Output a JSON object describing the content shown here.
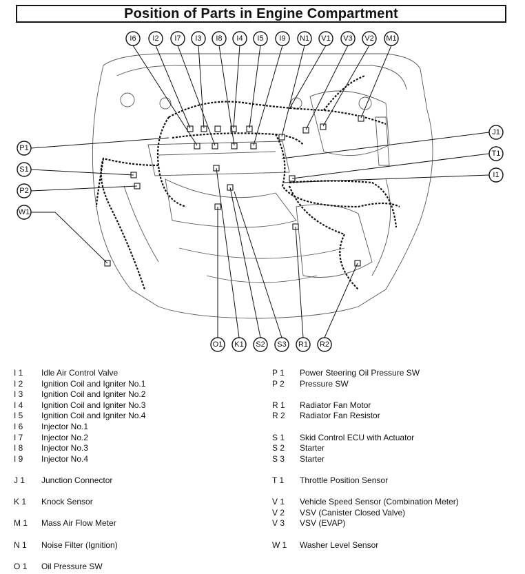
{
  "title": "Position of Parts in Engine Compartment",
  "callouts": {
    "top": [
      "I6",
      "I2",
      "I7",
      "I3",
      "I8",
      "I4",
      "I5",
      "I9",
      "N1",
      "V1",
      "V3",
      "V2",
      "M1"
    ],
    "left": [
      "P1",
      "S1",
      "P2",
      "W1"
    ],
    "right": [
      "J1",
      "T1",
      "I1"
    ],
    "bottom": [
      "O1",
      "K1",
      "S2",
      "S3",
      "R1",
      "R2"
    ]
  },
  "legend_left": [
    {
      "code": "I  1",
      "name": "Idle Air Control Valve"
    },
    {
      "code": "I  2",
      "name": "Ignition Coil and Igniter No.1"
    },
    {
      "code": "I  3",
      "name": "Ignition Coil and Igniter No.2"
    },
    {
      "code": "I  4",
      "name": "Ignition Coil and Igniter No.3"
    },
    {
      "code": "I  5",
      "name": "Ignition Coil and Igniter No.4"
    },
    {
      "code": "I  6",
      "name": "Injector No.1"
    },
    {
      "code": "I  7",
      "name": "Injector No.2"
    },
    {
      "code": "I  8",
      "name": "Injector No.3"
    },
    {
      "code": "I  9",
      "name": "Injector No.4"
    },
    null,
    {
      "code": "J  1",
      "name": "Junction Connector"
    },
    null,
    {
      "code": "K  1",
      "name": "Knock Sensor"
    },
    null,
    {
      "code": "M  1",
      "name": "Mass Air Flow Meter"
    },
    null,
    {
      "code": "N  1",
      "name": "Noise Filter (Ignition)"
    },
    null,
    {
      "code": "O  1",
      "name": "Oil Pressure SW"
    }
  ],
  "legend_right": [
    {
      "code": "P  1",
      "name": "Power Steering Oil Pressure SW"
    },
    {
      "code": "P  2",
      "name": "Pressure SW"
    },
    null,
    {
      "code": "R  1",
      "name": "Radiator Fan Motor"
    },
    {
      "code": "R  2",
      "name": "Radiator Fan Resistor"
    },
    null,
    {
      "code": "S  1",
      "name": "Skid Control ECU with Actuator"
    },
    {
      "code": "S  2",
      "name": "Starter"
    },
    {
      "code": "S  3",
      "name": "Starter"
    },
    null,
    {
      "code": "T  1",
      "name": "Throttle Position Sensor"
    },
    null,
    {
      "code": "V  1",
      "name": "Vehicle Speed Sensor (Combination Meter)"
    },
    {
      "code": "V  2",
      "name": "VSV (Canister Closed Valve)"
    },
    {
      "code": "V  3",
      "name": "VSV (EVAP)"
    },
    null,
    {
      "code": "W  1",
      "name": "Washer Level Sensor"
    }
  ]
}
